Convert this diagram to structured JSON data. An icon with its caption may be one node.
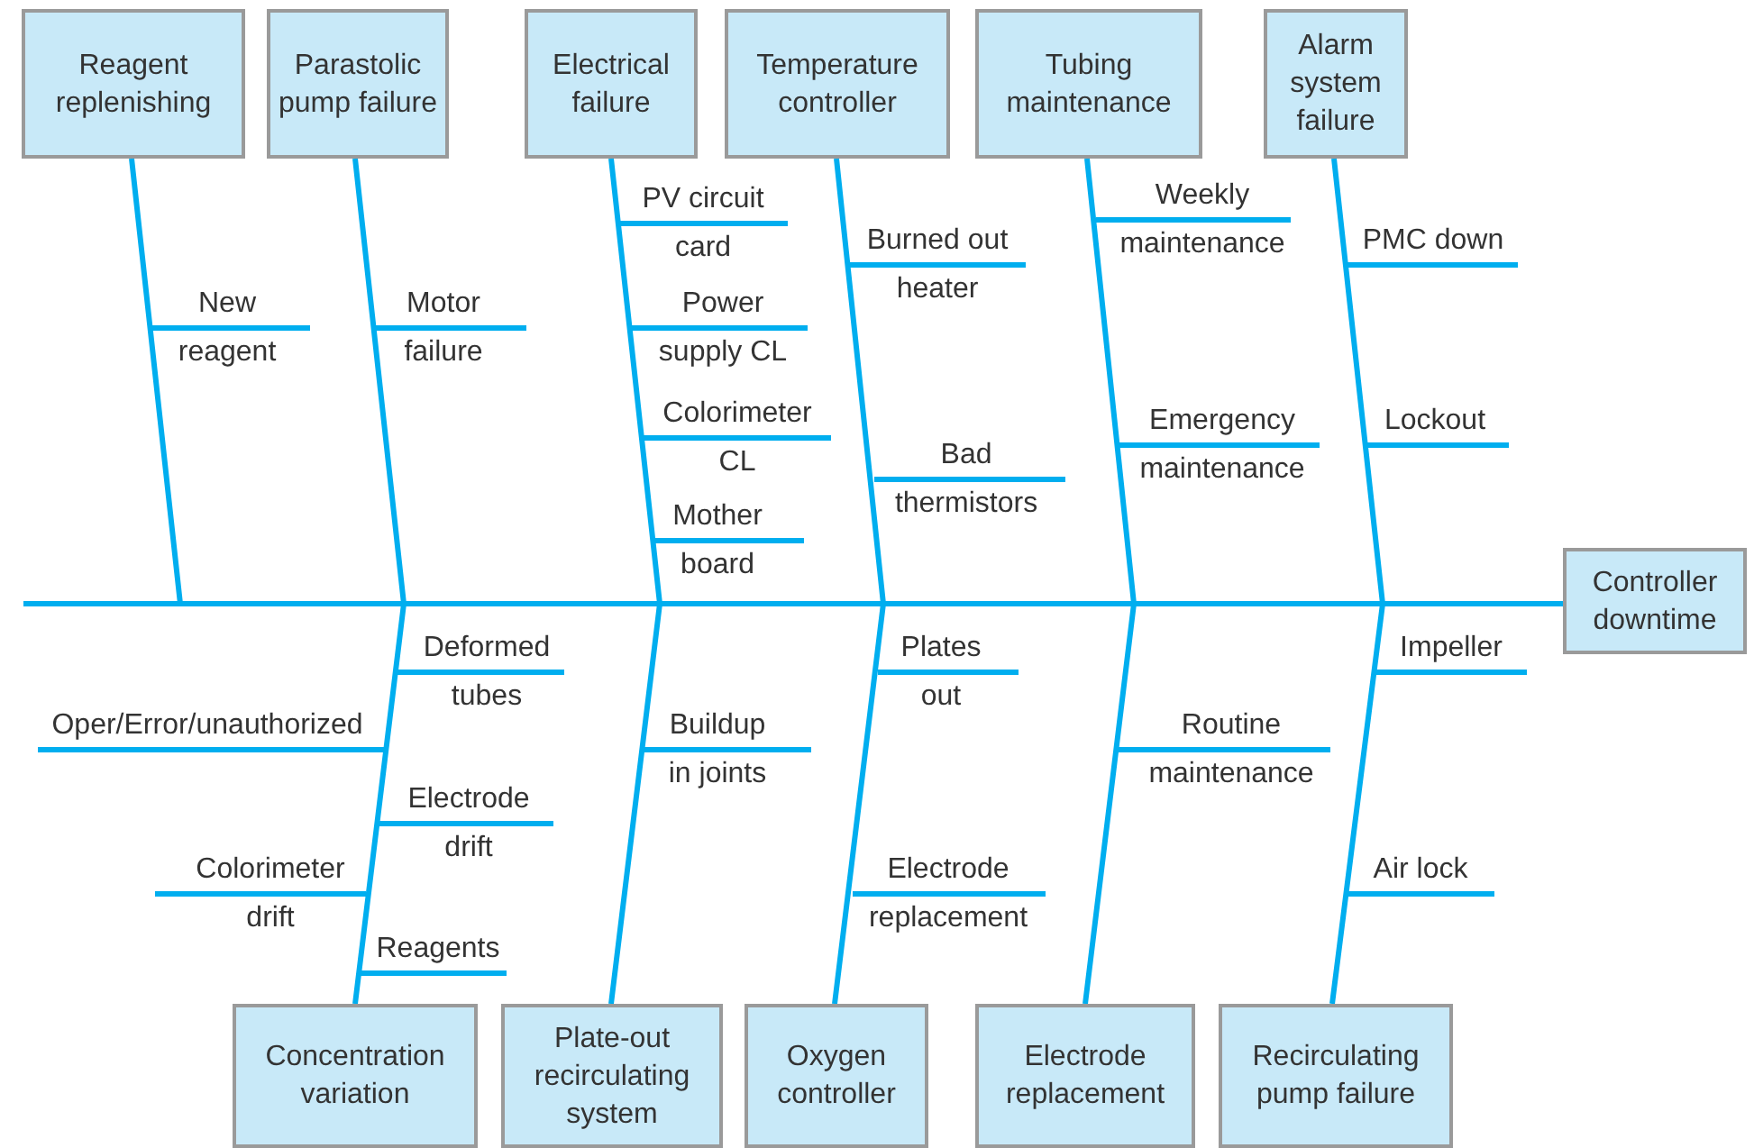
{
  "diagram": {
    "nodes": [
      {
        "text": [
          "Reagent replenishing"
        ]
      },
      {
        "text": [
          "Parastolic pump failure"
        ]
      },
      {
        "text": [
          "Electrical failure"
        ]
      },
      {
        "text": [
          "Temperature controller"
        ]
      },
      {
        "text": [
          "Tubing maintenance"
        ]
      },
      {
        "text": [
          "Alarm system failure"
        ]
      },
      {
        "text": [
          "Controller downtime"
        ]
      },
      {
        "text": [
          "Concentration variation"
        ]
      },
      {
        "text": [
          "Plate-out recirculating system"
        ]
      },
      {
        "text": [
          "Oxygen controller"
        ]
      },
      {
        "text": [
          "Electrode replacement"
        ]
      },
      {
        "text": [
          "Recirculating pump failure"
        ]
      }
    ],
    "edges": [
      {
        "from": 0,
        "to": 6,
        "arrow": "none"
      },
      {
        "from": 1,
        "to": 6,
        "arrow": "none"
      },
      {
        "from": 2,
        "to": 6,
        "arrow": "none"
      },
      {
        "from": 3,
        "to": 6,
        "arrow": "none"
      },
      {
        "from": 4,
        "to": 6,
        "arrow": "none"
      },
      {
        "from": 5,
        "to": 6,
        "arrow": "none"
      },
      {
        "from": 7,
        "to": 6,
        "arrow": "none"
      },
      {
        "from": 8,
        "to": 6,
        "arrow": "none"
      },
      {
        "from": 9,
        "to": 6,
        "arrow": "none"
      },
      {
        "from": 10,
        "to": 6,
        "arrow": "none"
      },
      {
        "from": 11,
        "to": 6,
        "arrow": "none"
      }
    ],
    "labels": [
      "New",
      "reagent",
      "Motor",
      "failure",
      "PV circuit",
      "card",
      "Power",
      "supply CL",
      "Colorimeter",
      "CL",
      "Mother",
      "board",
      "Burned out",
      "heater",
      "Bad",
      "thermistors",
      "Weekly",
      "maintenance",
      "Emergency",
      "maintenance",
      "PMC down",
      "Lockout",
      "Deformed",
      "tubes",
      "Oper/Error/unauthorized",
      "Electrode",
      "drift",
      "Colorimeter",
      "drift",
      "Reagents",
      "Buildup",
      "in joints",
      "Plates",
      "out",
      "Electrode",
      "replacement",
      "Routine",
      "maintenance",
      "Impeller",
      "Air lock"
    ]
  }
}
